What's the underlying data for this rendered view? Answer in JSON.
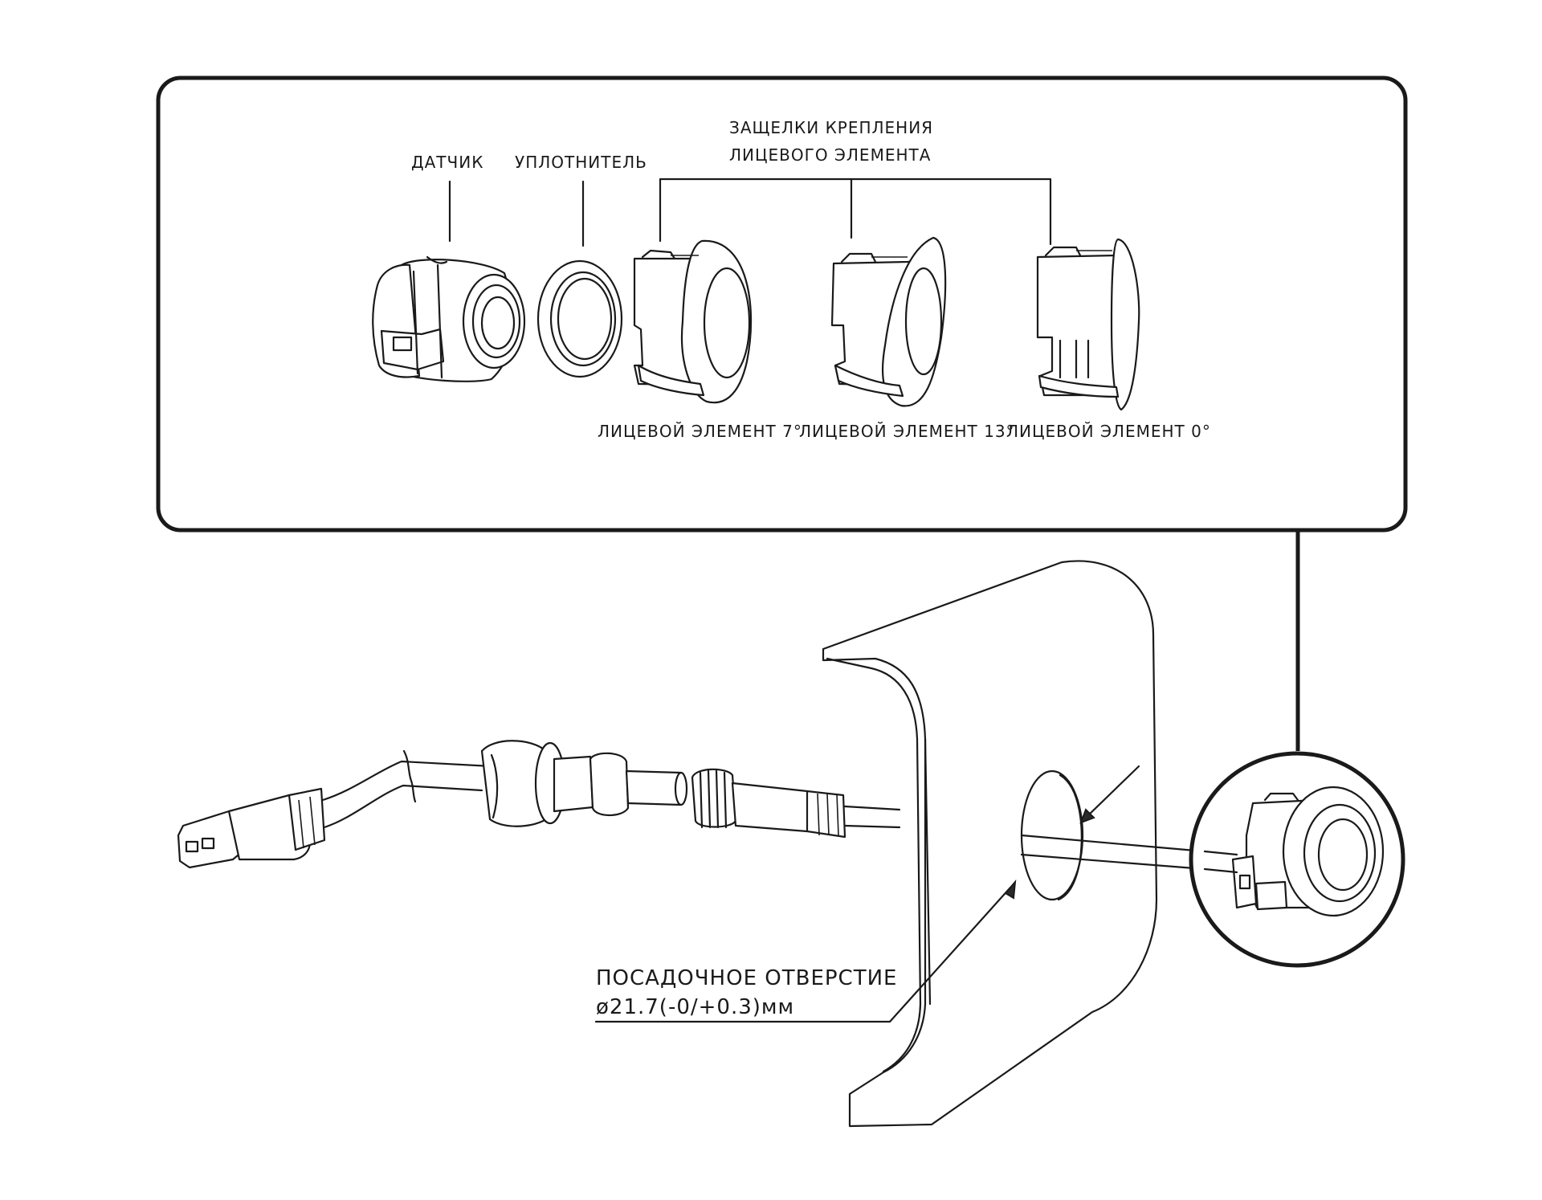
{
  "labels": {
    "sensor": "ДАТЧИК",
    "seal": "УПЛОТНИТЕЛЬ",
    "latches_line1": "ЗАЩЕЛКИ КРЕПЛЕНИЯ",
    "latches_line2": "ЛИЦЕВОГО ЭЛЕМЕНТА",
    "face_7": "ЛИЦЕВОЙ ЭЛЕМЕНТ 7°",
    "face_13": "ЛИЦЕВОЙ ЭЛЕМЕНТ 13°",
    "face_0": "ЛИЦЕВОЙ ЭЛЕМЕНТ 0°",
    "hole_line1": "ПОСАДОЧНОЕ ОТВЕРСТИЕ",
    "hole_line2": "ø21.7(-0/+0.3)мм"
  },
  "colors": {
    "line": "#1a1a1a",
    "background": "#ffffff"
  }
}
